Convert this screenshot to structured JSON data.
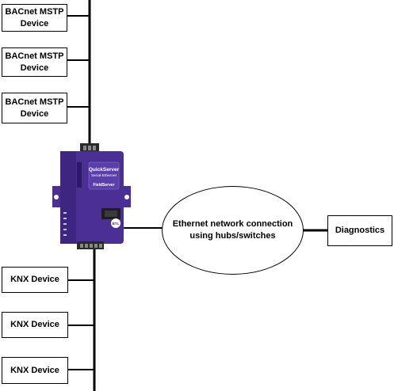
{
  "bacnet_devices": [
    {
      "label": "BACnet MSTP\nDevice"
    },
    {
      "label": "BACnet MSTP\nDevice"
    },
    {
      "label": "BACnet MSTP\nDevice"
    }
  ],
  "knx_devices": [
    {
      "label": "KNX Device"
    },
    {
      "label": "KNX Device"
    },
    {
      "label": "KNX Device"
    }
  ],
  "network": {
    "label": "Ethernet network connection\nusing hubs/switches"
  },
  "diagnostics": {
    "label": "Diagnostics"
  },
  "gateway": {
    "brand": "QuickServer",
    "subtitle": "Serial-Ethernet",
    "logo": "FieldServer",
    "badge": "BTL",
    "body_color": "#4b2f95"
  }
}
